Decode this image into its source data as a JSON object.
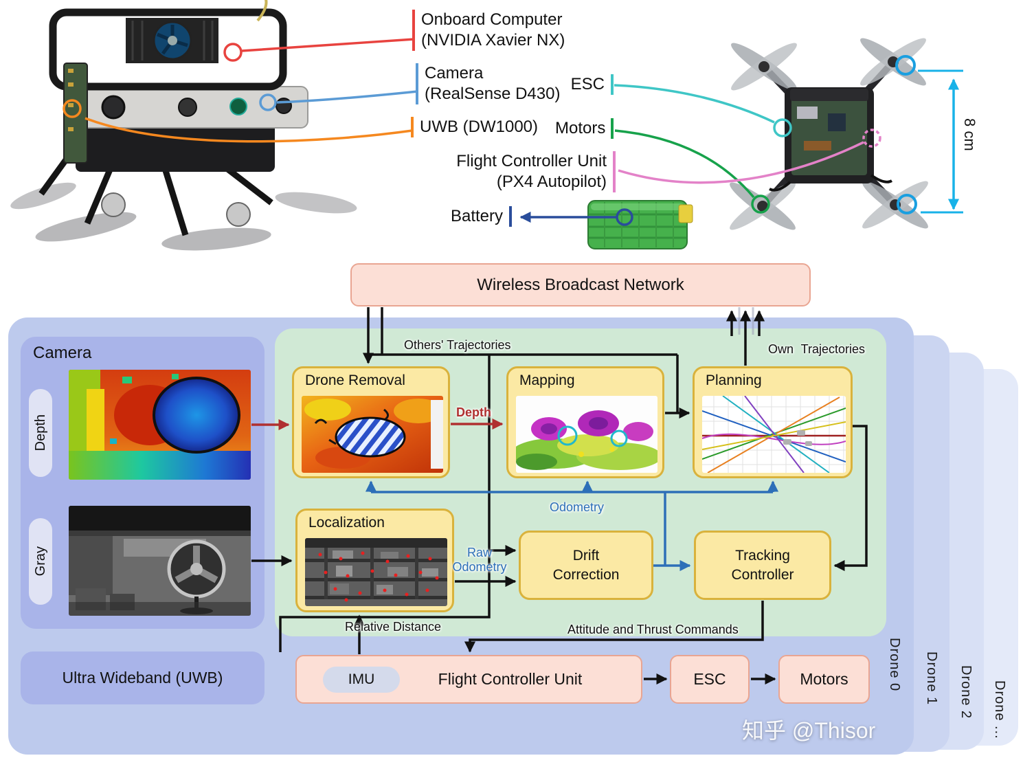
{
  "hardware": {
    "left_callouts": [
      {
        "line1": "Onboard Computer",
        "line2": "(NVIDIA Xavier NX)"
      },
      {
        "line1": "Camera",
        "line2": "(RealSense D430)"
      },
      {
        "line1": "UWB (DW1000)",
        "line2": ""
      }
    ],
    "right_callouts": [
      {
        "line1": "ESC"
      },
      {
        "line1": "Motors"
      },
      {
        "line1": "Flight Controller Unit",
        "line2": "(PX4 Autopilot)"
      },
      {
        "line1": "Battery"
      }
    ],
    "dimension_label": "8 cm"
  },
  "network_box": {
    "label": "Wireless Broadcast Network"
  },
  "drone": {
    "camera_panel": {
      "title": "Camera",
      "depth_label": "Depth",
      "gray_label": "Gray"
    },
    "uwb_panel": {
      "label": "Ultra Wideband (UWB)"
    },
    "modules": {
      "drone_removal": {
        "title": "Drone Removal"
      },
      "mapping": {
        "title": "Mapping"
      },
      "planning": {
        "title": "Planning"
      },
      "localization": {
        "title": "Localization"
      },
      "drift_correction": {
        "line1": "Drift",
        "line2": "Correction"
      },
      "tracking_controller": {
        "line1": "Tracking",
        "line2": "Controller"
      }
    },
    "flow_labels": {
      "others_trajectories": "Others' Trajectories",
      "own_trajectories": "Own Trajectories",
      "depth": "Depth",
      "odometry": "Odometry",
      "raw_line1": "Raw",
      "raw_line2": "Odometry",
      "relative_distance": "Relative Distance",
      "attitude_thrust": "Attitude and Thrust Commands"
    },
    "fcu_row": {
      "imu": "IMU",
      "fcu": "Flight Controller Unit",
      "esc": "ESC",
      "motors": "Motors"
    },
    "layer_labels": [
      "Drone 0",
      "Drone 1",
      "Drone 2",
      "Drone ..."
    ]
  },
  "watermark": "知乎 @Thisor",
  "colors": {
    "onboard": "#e8433f",
    "camera": "#5b9bd5",
    "uwb": "#f5881f",
    "esc": "#3fc6c6",
    "motors": "#17a24b",
    "fcu": "#e382c8",
    "battery": "#2a4d9b",
    "dimension": "#18b2e8",
    "depth_flow": "#b03030",
    "odometry_flow": "#2d6fb8"
  }
}
